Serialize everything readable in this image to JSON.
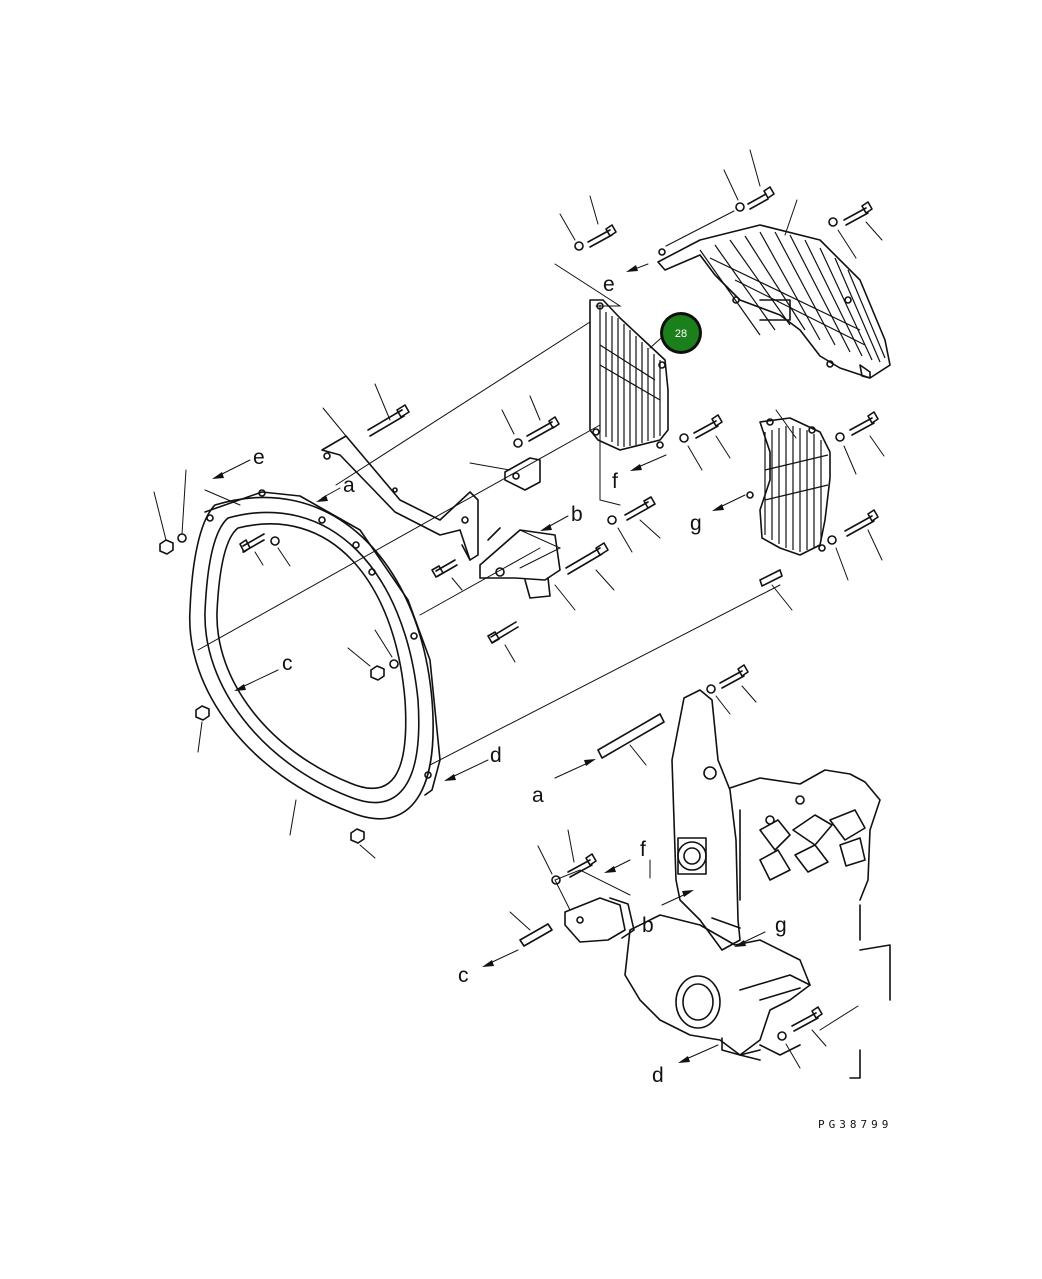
{
  "diagram": {
    "drawing_code": "PG38799",
    "callout": {
      "number": "28",
      "color": "#1b7f1b"
    },
    "connector_labels": [
      "e",
      "a",
      "b",
      "c",
      "d",
      "e",
      "f",
      "g",
      "a",
      "f",
      "b",
      "g",
      "c",
      "d"
    ]
  }
}
